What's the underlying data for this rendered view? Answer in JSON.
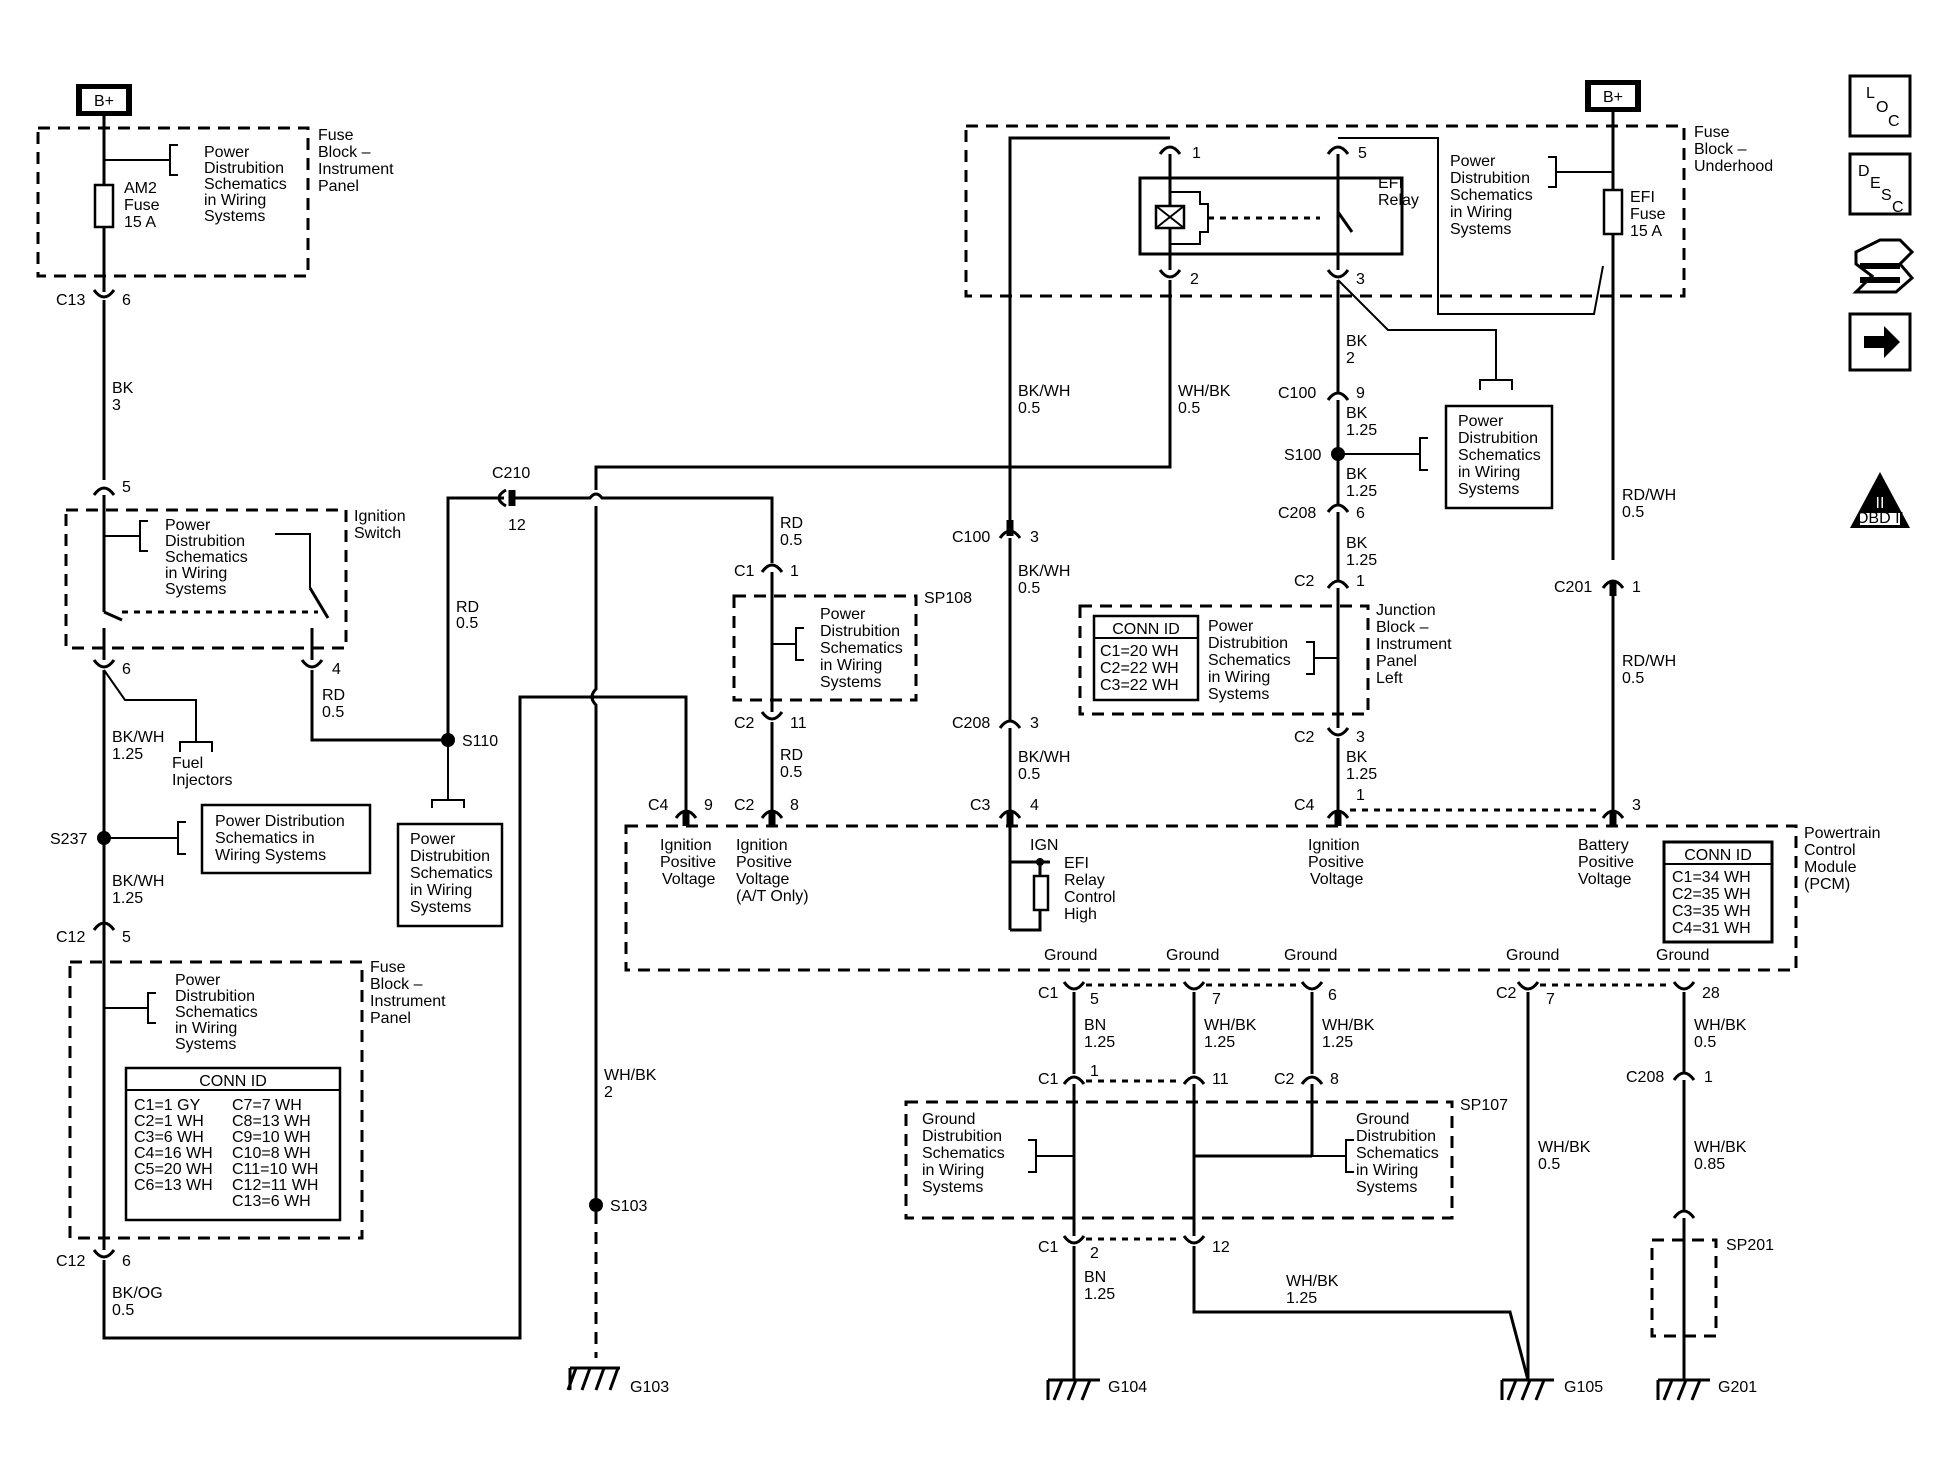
{
  "supply": {
    "b_plus": "B+"
  },
  "nav_icons": {
    "loc": "LOC",
    "desc": "DESC",
    "obd": "OBD II",
    "obd_numeral": "II",
    "icons": [
      "loc-icon",
      "desc-icon",
      "tools-icon",
      "next-arrow-icon",
      "obd2-icon"
    ]
  },
  "fuse_ip_top": {
    "fuse_label": [
      "AM2",
      "Fuse",
      "15 A"
    ],
    "block_label": [
      "Fuse",
      "Block –",
      "Instrument",
      "Panel"
    ],
    "pd_ref": [
      "Power",
      "Distrubition",
      "Schematics",
      "in Wiring",
      "Systems"
    ]
  },
  "fuse_uh": {
    "block_label": [
      "Fuse",
      "Block –",
      "Underhood"
    ],
    "relay_label": [
      "EFI",
      "Relay"
    ],
    "fuse_label": [
      "EFI",
      "Fuse",
      "15 A"
    ],
    "pd_ref": [
      "Power",
      "Distrubition",
      "Schematics",
      "in Wiring",
      "Systems"
    ],
    "pins": [
      "1",
      "5",
      "2",
      "3"
    ]
  },
  "ignition_switch": {
    "label": [
      "Ignition",
      "Switch"
    ],
    "pd_ref": [
      "Power",
      "Distrubition",
      "Schematics",
      "in Wiring",
      "Systems"
    ]
  },
  "fuse_ip_bottom": {
    "block_label": [
      "Fuse",
      "Block –",
      "Instrument",
      "Panel"
    ],
    "pd_ref": [
      "Power",
      "Distrubition",
      "Schematics",
      "in Wiring",
      "Systems"
    ],
    "conn_title": "CONN ID",
    "conn_left": [
      "C1=1 GY",
      "C2=1 WH",
      "C3=6 WH",
      "C4=16 WH",
      "C5=20 WH",
      "C6=13 WH"
    ],
    "conn_right": [
      "C7=7 WH",
      "C8=13 WH",
      "C9=10 WH",
      "C10=8 WH",
      "C11=10 WH",
      "C12=11 WH",
      "C13=6 WH"
    ]
  },
  "junction_block": {
    "label": [
      "Junction",
      "Block –",
      "Instrument",
      "Panel",
      "Left"
    ],
    "pd_ref": [
      "Power",
      "Distrubition",
      "Schematics",
      "in Wiring",
      "Systems"
    ],
    "conn_title": "CONN ID",
    "conn": [
      "C1=20 WH",
      "C2=22 WH",
      "C3=22 WH"
    ]
  },
  "pcm": {
    "label": [
      "Powertrain",
      "Control",
      "Module",
      "(PCM)"
    ],
    "conn_title": "CONN ID",
    "conn": [
      "C1=34 WH",
      "C2=35 WH",
      "C3=35 WH",
      "C4=31 WH"
    ],
    "ign_pos_v": [
      "Ignition",
      "Positive",
      "Voltage"
    ],
    "ign_pos_v_at": [
      "Ignition",
      "Positive",
      "Voltage",
      "(A/T Only)"
    ],
    "ign_pos_v2": [
      "Ignition",
      "Positive",
      "Voltage"
    ],
    "batt_pos_v": [
      "Battery",
      "Positive",
      "Voltage"
    ],
    "ign": "IGN",
    "efi_ctrl": [
      "EFI",
      "Relay",
      "Control",
      "High"
    ],
    "ground": "Ground"
  },
  "sp108": {
    "label": "SP108",
    "pd_ref": [
      "Power",
      "Distrubition",
      "Schematics",
      "in Wiring",
      "Systems"
    ]
  },
  "sp107": {
    "label": "SP107",
    "gd_ref_left": [
      "Ground",
      "Distrubition",
      "Schematics",
      "in Wiring",
      "Systems"
    ],
    "gd_ref_right": [
      "Ground",
      "Distrubition",
      "Schematics",
      "in Wiring",
      "Systems"
    ]
  },
  "sp201": {
    "label": "SP201"
  },
  "pd_s237": [
    "Power Distribution",
    "Schematics in",
    "Wiring Systems"
  ],
  "pd_s110": [
    "Power",
    "Distrubition",
    "Schematics",
    "in Wiring",
    "Systems"
  ],
  "pd_s100": [
    "Power",
    "Distrubition",
    "Schematics",
    "in Wiring",
    "Systems"
  ],
  "fuel_injectors": [
    "Fuel",
    "Injectors"
  ],
  "splices": [
    "S237",
    "S110",
    "S103",
    "S100"
  ],
  "grounds": [
    "G103",
    "G104",
    "G105",
    "G201"
  ],
  "connectors": {
    "c13": "C13",
    "c13_pin": "6",
    "ign_in_pin": "5",
    "ign_out6": "6",
    "ign_out4": "4",
    "c12a": "C12",
    "c12a_pin": "5",
    "c12b": "C12",
    "c12b_pin": "6",
    "c210": "C210",
    "c210_pin": "12",
    "sp108_c1": "C1",
    "sp108_c1_pin": "1",
    "sp108_c2": "C2",
    "sp108_c2_pin": "11",
    "pcm_c4_9": "C4",
    "pcm_c4_9_pin": "9",
    "pcm_c2_8": "C2",
    "pcm_c2_8_pin": "8",
    "c100_3": "C100",
    "c100_3_pin": "3",
    "c208_3": "C208",
    "c208_3_pin": "3",
    "pcm_c3_4": "C3",
    "pcm_c3_4_pin": "4",
    "c100_9": "C100",
    "c100_9_pin": "9",
    "c208_6": "C208",
    "c208_6_pin": "6",
    "jb_c2_1": "C2",
    "jb_c2_1_pin": "1",
    "jb_c2_3": "C2",
    "jb_c2_3_pin": "3",
    "pcm_c4_1": "C4",
    "pcm_c4_1_pin": "1",
    "c201": "C201",
    "c201_pin": "1",
    "pcm_bat_pin": "3",
    "gnd_c1_5": "C1",
    "gnd_c1_5_pin": "5",
    "gnd_7": "7",
    "gnd_6": "6",
    "gnd_c2_7": "C2",
    "gnd_c2_7_pin": "7",
    "gnd_28": "28",
    "sp107_c1_1": "C1",
    "sp107_c1_1_pin": "1",
    "sp107_11": "11",
    "sp107_c2_8": "C2",
    "sp107_c2_8_pin": "8",
    "sp107_c1_2": "C1",
    "sp107_c1_2_pin": "2",
    "sp107_12": "12",
    "c208_1": "C208",
    "c208_1_pin": "1"
  },
  "wires": {
    "bk_3": [
      "BK",
      "3"
    ],
    "bkwh_125_a": [
      "BK/WH",
      "1.25"
    ],
    "bkwh_125_b": [
      "BK/WH",
      "1.25"
    ],
    "rd_05_a": [
      "RD",
      "0.5"
    ],
    "rd_05_b": [
      "RD",
      "0.5"
    ],
    "rd_05_c": [
      "RD",
      "0.5"
    ],
    "rd_05_d": [
      "RD",
      "0.5"
    ],
    "bkog_05": [
      "BK/OG",
      "0.5"
    ],
    "whbk_2": [
      "WH/BK",
      "2"
    ],
    "bkwh_05_a": [
      "BK/WH",
      "0.5"
    ],
    "bkwh_05_b": [
      "BK/WH",
      "0.5"
    ],
    "bkwh_05_c": [
      "BK/WH",
      "0.5"
    ],
    "whbk_05_top": [
      "WH/BK",
      "0.5"
    ],
    "bk_2": [
      "BK",
      "2"
    ],
    "bk_125_a": [
      "BK",
      "1.25"
    ],
    "bk_125_b": [
      "BK",
      "1.25"
    ],
    "bk_125_c": [
      "BK",
      "1.25"
    ],
    "bk_125_d": [
      "BK",
      "1.25"
    ],
    "rdwh_05_a": [
      "RD/WH",
      "0.5"
    ],
    "rdwh_05_b": [
      "RD/WH",
      "0.5"
    ],
    "bn_125_a": [
      "BN",
      "1.25"
    ],
    "whbk_125_a": [
      "WH/BK",
      "1.25"
    ],
    "whbk_125_b": [
      "WH/BK",
      "1.25"
    ],
    "bn_125_b": [
      "BN",
      "1.25"
    ],
    "whbk_125_c": [
      "WH/BK",
      "1.25"
    ],
    "whbk_05_g": [
      "WH/BK",
      "0.5"
    ],
    "whbk_05_r": [
      "WH/BK",
      "0.5"
    ],
    "whbk_085": [
      "WH/BK",
      "0.85"
    ]
  }
}
